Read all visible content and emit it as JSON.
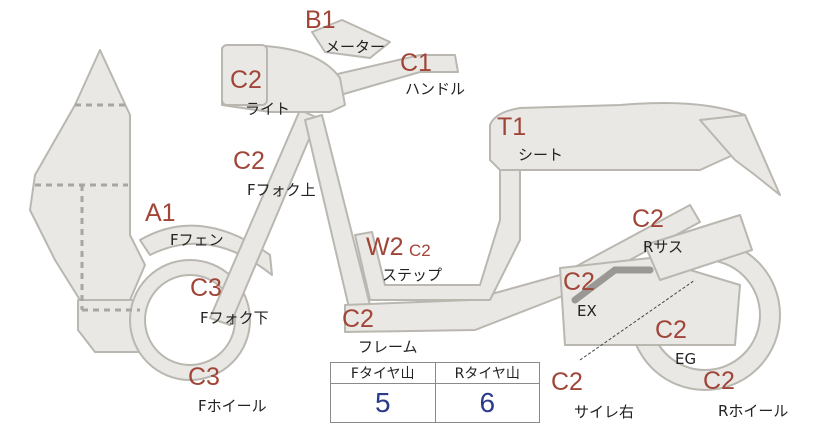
{
  "parts": [
    {
      "id": "meter",
      "code": "B1",
      "label": "メーター"
    },
    {
      "id": "handle",
      "code": "C1",
      "label": "ハンドル"
    },
    {
      "id": "light",
      "code": "C2",
      "label": "ライト"
    },
    {
      "id": "seat",
      "code": "T1",
      "label": "シート"
    },
    {
      "id": "ffork-upper",
      "code": "C2",
      "label": "Fフォク上"
    },
    {
      "id": "ffender",
      "code": "A1",
      "label": "Fフェン"
    },
    {
      "id": "step",
      "code": "W2",
      "code2": "C2",
      "label": "ステップ"
    },
    {
      "id": "rsus",
      "code": "C2",
      "label": "Rサス"
    },
    {
      "id": "ffork-lower",
      "code": "C3",
      "label": "Fフォク下"
    },
    {
      "id": "ex",
      "code": "C2",
      "label": "EX"
    },
    {
      "id": "frame",
      "code": "C2",
      "label": "フレーム"
    },
    {
      "id": "eg",
      "code": "C2",
      "label": "EG"
    },
    {
      "id": "fwheel",
      "code": "C3",
      "label": "Fホイール"
    },
    {
      "id": "muffler-right",
      "code": "C2",
      "label": "サイレ右"
    },
    {
      "id": "rwheel",
      "code": "C2",
      "label": "Rホイール"
    }
  ],
  "tread": {
    "front_label": "Fタイヤ山",
    "rear_label": "Rタイヤ山",
    "front_value": "5",
    "rear_value": "6"
  },
  "colors": {
    "body_fill": "#e9e8e4",
    "outline": "#b9b7b0",
    "code_text": "#a04538",
    "value_text": "#2b3a8a"
  }
}
